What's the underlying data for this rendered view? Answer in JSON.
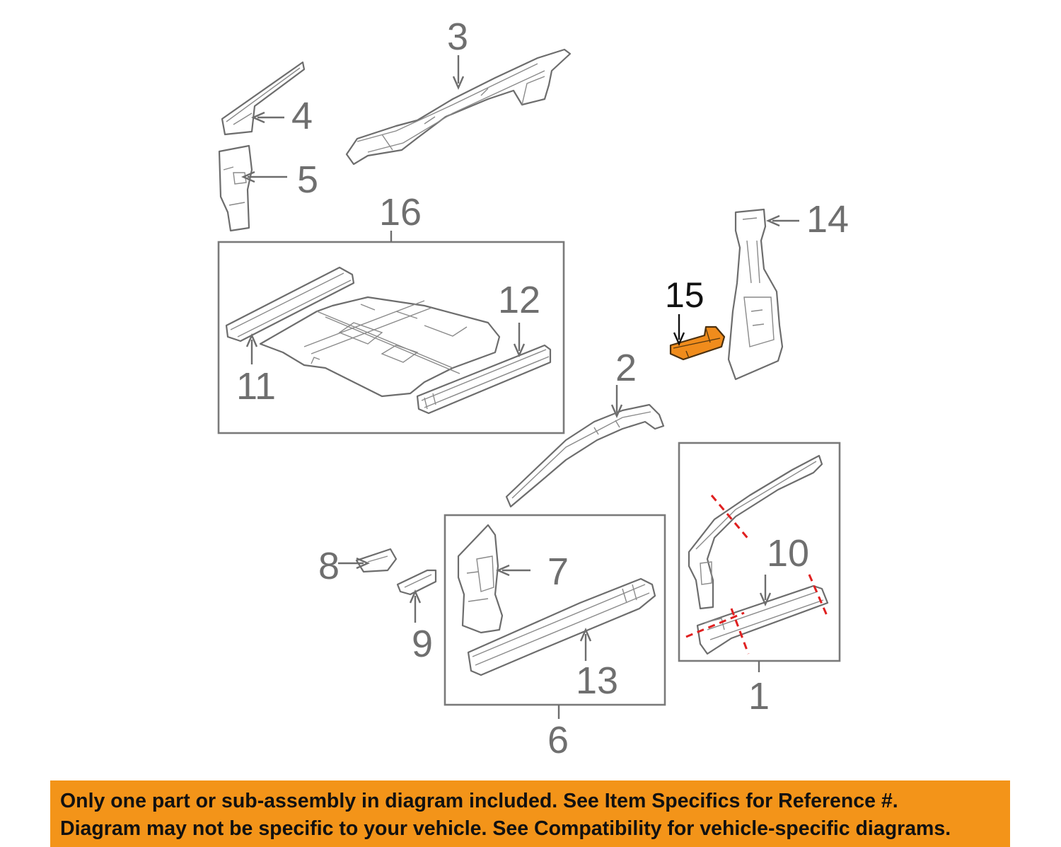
{
  "callouts": {
    "c1": "1",
    "c2": "2",
    "c3": "3",
    "c4": "4",
    "c5": "5",
    "c6": "6",
    "c7": "7",
    "c8": "8",
    "c9": "9",
    "c10": "10",
    "c11": "11",
    "c12": "12",
    "c13": "13",
    "c14": "14",
    "c15": "15",
    "c16": "16"
  },
  "highlighted_part": "15",
  "colors": {
    "highlight_part": "#f08c1c",
    "notice_background": "#f39419",
    "cut_lines": "#e02020"
  },
  "notice": {
    "line1": "Only one part or sub-assembly in diagram included. See Item Specifics for Reference #.",
    "line2": "Diagram may not be specific to your vehicle. See Compatibility for vehicle-specific diagrams."
  }
}
